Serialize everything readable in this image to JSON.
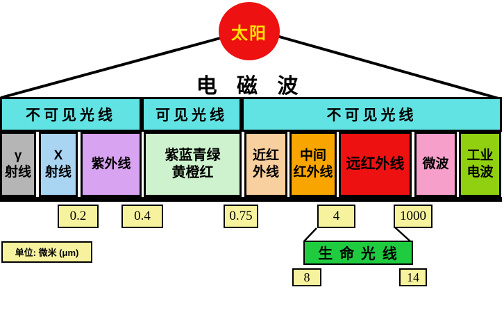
{
  "sun": {
    "label": "太阳",
    "color": "#ee1111",
    "text_color": "#ffe400"
  },
  "title": "电 磁 波",
  "category_bars": [
    {
      "label": "不可见光线",
      "color": "#62e3e3"
    },
    {
      "label": "可见光线",
      "color": "#62e3e3"
    },
    {
      "label": "不可见光线",
      "color": "#62e3e3"
    }
  ],
  "bands": [
    {
      "name": "gamma-ray",
      "line1": "γ",
      "line2": "射线",
      "color": "#b5b5b5"
    },
    {
      "name": "x-ray",
      "line1": "X",
      "line2": "射线",
      "color": "#a9d5f3"
    },
    {
      "name": "ultraviolet",
      "line1": "紫外线",
      "line2": "",
      "color": "#d8a3f0"
    },
    {
      "name": "visible-colors",
      "line1": "紫蓝青绿",
      "line2": "黄橙红",
      "color": "#cdf2cd"
    },
    {
      "name": "near-infrared",
      "line1": "近红",
      "line2": "外线",
      "color": "#f8cf9e"
    },
    {
      "name": "mid-infrared",
      "line1": "中间",
      "line2": "红外线",
      "color": "#f8a500"
    },
    {
      "name": "far-infrared",
      "line1": "远红外线",
      "line2": "",
      "color": "#ee1111"
    },
    {
      "name": "microwave",
      "line1": "微波",
      "line2": "",
      "color": "#f79fcb"
    },
    {
      "name": "industrial-wave",
      "line1": "工业",
      "line2": "电波",
      "color": "#90d011"
    }
  ],
  "wavelength_markers": [
    "0.2",
    "0.4",
    "0.75",
    "4",
    "1000"
  ],
  "marker_box_color": "#f7f29e",
  "unit_label": "单位: 微米 (μm)",
  "life_rays": {
    "label": "生 命 光 线",
    "color": "#1fcc40",
    "range_start": "8",
    "range_end": "14"
  }
}
